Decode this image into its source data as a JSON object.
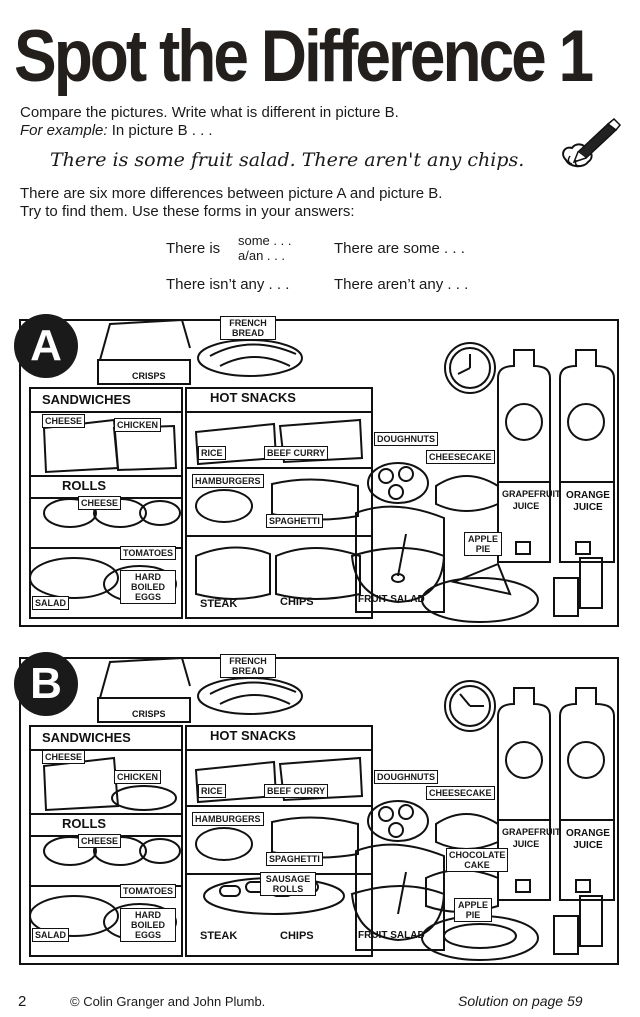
{
  "title": "Spot the Difference 1",
  "intro": {
    "line1": "Compare the pictures. Write what is different in picture B.",
    "example_label": "For example:",
    "example_rest": " In picture B . . .",
    "handwritten": "There is some fruit salad. There aren't any chips."
  },
  "instructions": {
    "line1": "There are six more differences between picture A and picture B.",
    "line2": "Try to find them. Use these forms in your answers:"
  },
  "forms": {
    "there_is": "There is",
    "some": "some . . .",
    "a_an": "a/an . . .",
    "there_are_some": "There are some . . .",
    "there_isnt": "There isn’t any . . .",
    "there_arent": "There aren’t any . . ."
  },
  "picture_a": {
    "badge": "A",
    "labels": {
      "crisps": "CRISPS",
      "french_bread": "FRENCH BREAD",
      "sandwiches": "SANDWICHES",
      "hot_snacks": "HOT SNACKS",
      "cheese": "CHEESE",
      "chicken": "CHICKEN",
      "rice": "RICE",
      "beef_curry": "BEEF CURRY",
      "doughnuts": "DOUGHNUTS",
      "cheesecake": "CHEESECAKE",
      "rolls": "ROLLS",
      "cheese2": "CHEESE",
      "hamburgers": "HAMBURGERS",
      "spaghetti": "SPAGHETTI",
      "tomatoes": "TOMATOES",
      "hard_boiled_eggs": "HARD BOILED EGGS",
      "salad": "SALAD",
      "steak": "STEAK",
      "chips": "CHIPS",
      "fruit_salad": "FRUIT SALAD",
      "apple_pie": "APPLE PIE",
      "grapefruit_juice": "GRAPEFRUIT JUICE",
      "orange_juice": "ORANGE JUICE"
    }
  },
  "picture_b": {
    "badge": "B",
    "labels": {
      "crisps": "CRISPS",
      "french_bread": "FRENCH BREAD",
      "sandwiches": "SANDWICHES",
      "hot_snacks": "HOT SNACKS",
      "cheese": "CHEESE",
      "chicken": "CHICKEN",
      "rice": "RICE",
      "beef_curry": "BEEF CURRY",
      "doughnuts": "DOUGHNUTS",
      "cheesecake": "CHEESECAKE",
      "rolls": "ROLLS",
      "cheese2": "CHEESE",
      "hamburgers": "HAMBURGERS",
      "spaghetti": "SPAGHETTI",
      "sausage_rolls": "SAUSAGE ROLLS",
      "chocolate_cake": "CHOCOLATE CAKE",
      "tomatoes": "TOMATOES",
      "hard_boiled_eggs": "HARD BOILED EGGS",
      "salad": "SALAD",
      "steak": "STEAK",
      "chips": "CHIPS",
      "fruit_salad": "FRUIT SALAD",
      "apple_pie": "APPLE PIE",
      "grapefruit_juice": "GRAPEFRUIT JUICE",
      "orange_juice": "ORANGE JUICE"
    }
  },
  "footer": {
    "page_number": "2",
    "copyright": "© Colin Granger and John Plumb.",
    "solution": "Solution on page 59"
  }
}
